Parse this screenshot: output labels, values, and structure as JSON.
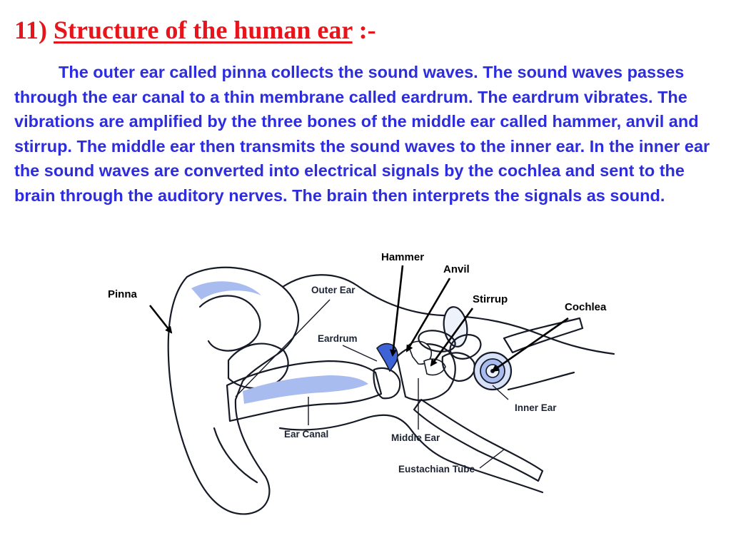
{
  "slide": {
    "number": "11)",
    "title": "Structure of the human ear",
    "title_suffix": ":-",
    "body": "The outer ear called pinna collects the sound waves. The sound waves passes through the ear canal to a thin membrane called eardrum. The eardrum vibrates. The vibrations are amplified by the three bones of the middle ear called hammer, anvil and stirrup. The middle ear then transmits the sound waves to the inner ear. In the inner ear the sound waves are converted into electrical signals by the cochlea and sent to the brain through the auditory nerves. The brain then interprets the signals as sound."
  },
  "diagram": {
    "callouts": {
      "pinna": "Pinna",
      "hammer": "Hammer",
      "anvil": "Anvil",
      "stirrup": "Stirrup",
      "cochlea": "Cochlea"
    },
    "labels": {
      "outer_ear": "Outer Ear",
      "eardrum": "Eardrum",
      "ear_canal": "Ear Canal",
      "middle_ear": "Middle Ear",
      "inner_ear": "Inner Ear",
      "eustachian_tube": "Eustachian Tube"
    },
    "colors": {
      "title": "#e8141b",
      "body_text": "#2d2ddf",
      "tissue_light": "#d7e1f7",
      "tissue_mid": "#a9bcef",
      "bone_blue": "#3e63d6"
    }
  }
}
